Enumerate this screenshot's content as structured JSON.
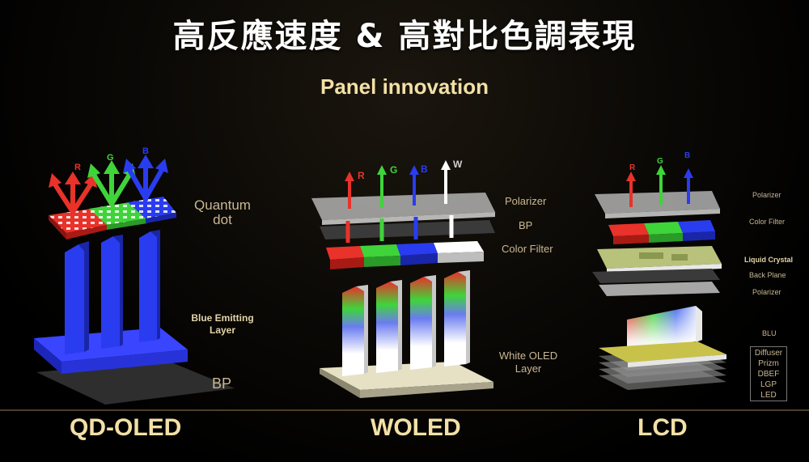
{
  "slide": {
    "title": "高反應速度 & 高對比色調表現",
    "subtitle": "Panel innovation"
  },
  "panels": [
    {
      "name": "QD-OLED",
      "rgb_labels": [
        "R",
        "G",
        "B"
      ],
      "labels": {
        "quantum_dot_line1": "Quantum",
        "quantum_dot_line2": "dot",
        "blue_layer_line1": "Blue Emitting",
        "blue_layer_line2": "Layer",
        "bp": "BP"
      }
    },
    {
      "name": "WOLED",
      "rgbw_labels": [
        "R",
        "G",
        "B",
        "W"
      ],
      "labels": {
        "polarizer": "Polarizer",
        "bp": "BP",
        "color_filter": "Color Filter",
        "white_oled_line1": "White OLED",
        "white_oled_line2": "Layer"
      }
    },
    {
      "name": "LCD",
      "rgb_labels": [
        "R",
        "G",
        "B"
      ],
      "labels": {
        "polarizer_top": "Polarizer",
        "color_filter": "Color Filter",
        "liquid_crystal": "Liquid Crystal",
        "back_plane": "Back Plane",
        "polarizer_bottom": "Polarizer",
        "blu": "BLU"
      },
      "blu_stack": [
        "Diffuser",
        "Prizm",
        "DBEF",
        "LGP",
        "LED"
      ]
    }
  ],
  "colors": {
    "red": "#e8322a",
    "green": "#3fd43a",
    "blue": "#2a3cf0",
    "label": "#c9b792",
    "title_gold": "#f2e0a6"
  }
}
